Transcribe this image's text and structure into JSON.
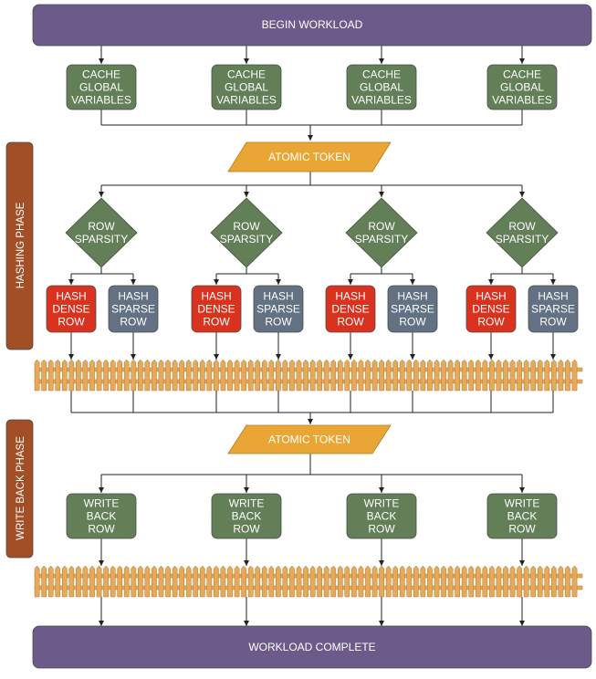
{
  "colors": {
    "banner": "#6b5a8a",
    "green": "#627f57",
    "token": "#e9a635",
    "red": "#d9321f",
    "slate": "#637184",
    "phase": "#a24f27",
    "fence": "#e4a95b",
    "line": "#222222"
  },
  "begin": "BEGIN WORKLOAD",
  "complete": "WORKLOAD COMPLETE",
  "phases": {
    "hashing": "HASHING PHASE",
    "writeback": "WRITE BACK PHASE"
  },
  "atomic_token_1": "ATOMIC TOKEN",
  "atomic_token_2": "ATOMIC TOKEN",
  "cache_boxes": [
    [
      "CACHE",
      "GLOBAL",
      "VARIABLES"
    ],
    [
      "CACHE",
      "GLOBAL",
      "VARIABLES"
    ],
    [
      "CACHE",
      "GLOBAL",
      "VARIABLES"
    ],
    [
      "CACHE",
      "GLOBAL",
      "VARIABLES"
    ]
  ],
  "sparsity_diamonds": [
    [
      "ROW",
      "SPARSITY"
    ],
    [
      "ROW",
      "SPARSITY"
    ],
    [
      "ROW",
      "SPARSITY"
    ],
    [
      "ROW",
      "SPARSITY"
    ]
  ],
  "dense_boxes": [
    [
      "HASH",
      "DENSE",
      "ROW"
    ],
    [
      "HASH",
      "DENSE",
      "ROW"
    ],
    [
      "HASH",
      "DENSE",
      "ROW"
    ],
    [
      "HASH",
      "DENSE",
      "ROW"
    ]
  ],
  "sparse_boxes": [
    [
      "HASH",
      "SPARSE",
      "ROW"
    ],
    [
      "HASH",
      "SPARSE",
      "ROW"
    ],
    [
      "HASH",
      "SPARSE",
      "ROW"
    ],
    [
      "HASH",
      "SPARSE",
      "ROW"
    ]
  ],
  "writeback_boxes": [
    [
      "WRITE",
      "BACK",
      "ROW"
    ],
    [
      "WRITE",
      "BACK",
      "ROW"
    ],
    [
      "WRITE",
      "BACK",
      "ROW"
    ],
    [
      "WRITE",
      "BACK",
      "ROW"
    ]
  ]
}
